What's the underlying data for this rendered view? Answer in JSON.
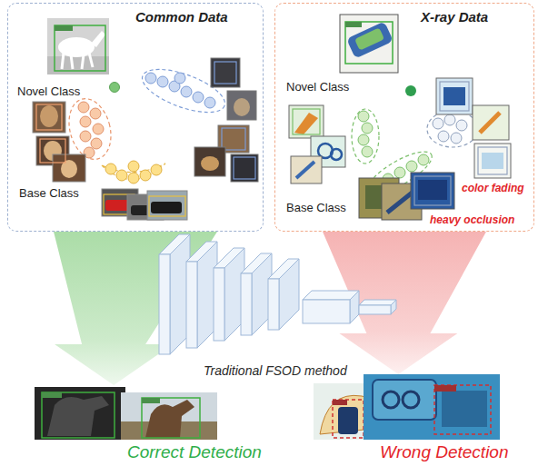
{
  "diagram": {
    "nodes": [
      {
        "text": [
          "Common Data",
          "Novel Class",
          "Base Class"
        ]
      },
      {
        "text": [
          "X-ray Data",
          "Novel Class",
          "Base Class",
          "color fading",
          "heavy occlusion"
        ]
      },
      {
        "text": [
          "Traditional FSOD method"
        ]
      },
      {
        "text": [
          "Correct Detection"
        ]
      },
      {
        "text": [
          "Wrong Detection"
        ]
      }
    ],
    "edges": [
      {
        "from": 0,
        "to": 3,
        "arrow": "to"
      },
      {
        "from": 1,
        "to": 4,
        "arrow": "to"
      }
    ]
  }
}
